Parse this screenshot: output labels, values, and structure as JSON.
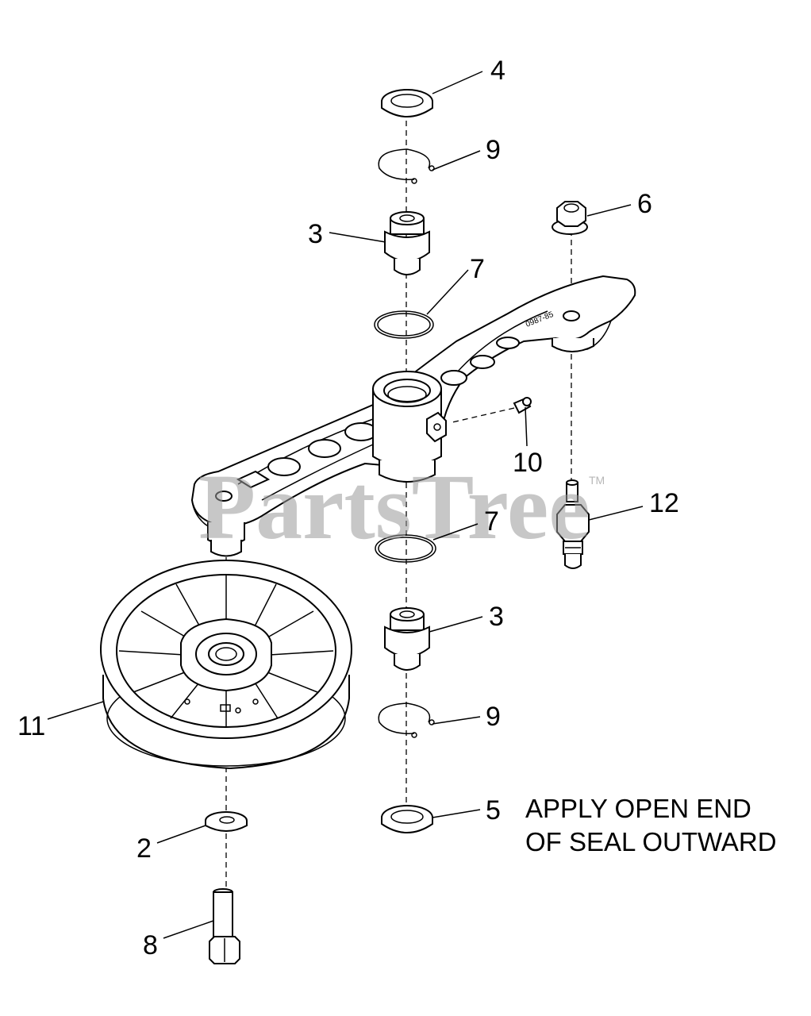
{
  "diagram": {
    "watermark": "PartsTree",
    "watermark_mark": "TM",
    "arm_marking": "0987-85",
    "note_line1": "APPLY OPEN END",
    "note_line2": "OF SEAL OUTWARD",
    "callouts": {
      "seal_top": "4",
      "snap_ring_top": "9",
      "bearing_top": "3",
      "flange_nut": "6",
      "o_ring_top": "7",
      "grease_fitting": "10",
      "shoulder_stud": "12",
      "o_ring_bottom": "7",
      "bearing_bottom": "3",
      "idler_pulley": "11",
      "snap_ring_bottom": "9",
      "seal_bottom": "5",
      "washer": "2",
      "bolt": "8"
    }
  }
}
